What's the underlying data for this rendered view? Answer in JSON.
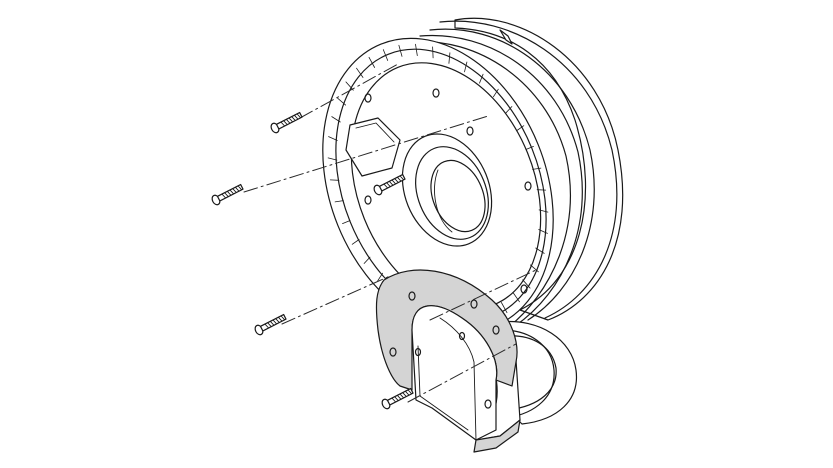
{
  "diagram": {
    "kind": "exploded assembly line drawing",
    "components": {
      "housing": "round-housing",
      "bracket": "u-shaped-bracket",
      "screws": [
        "screw",
        "screw",
        "screw",
        "screw",
        "screw"
      ]
    },
    "colors": {
      "line": "#1a1a1a",
      "background": "#ffffff",
      "bracket_fill": "#d4d4d4",
      "dash": "#2a2a2a"
    }
  }
}
